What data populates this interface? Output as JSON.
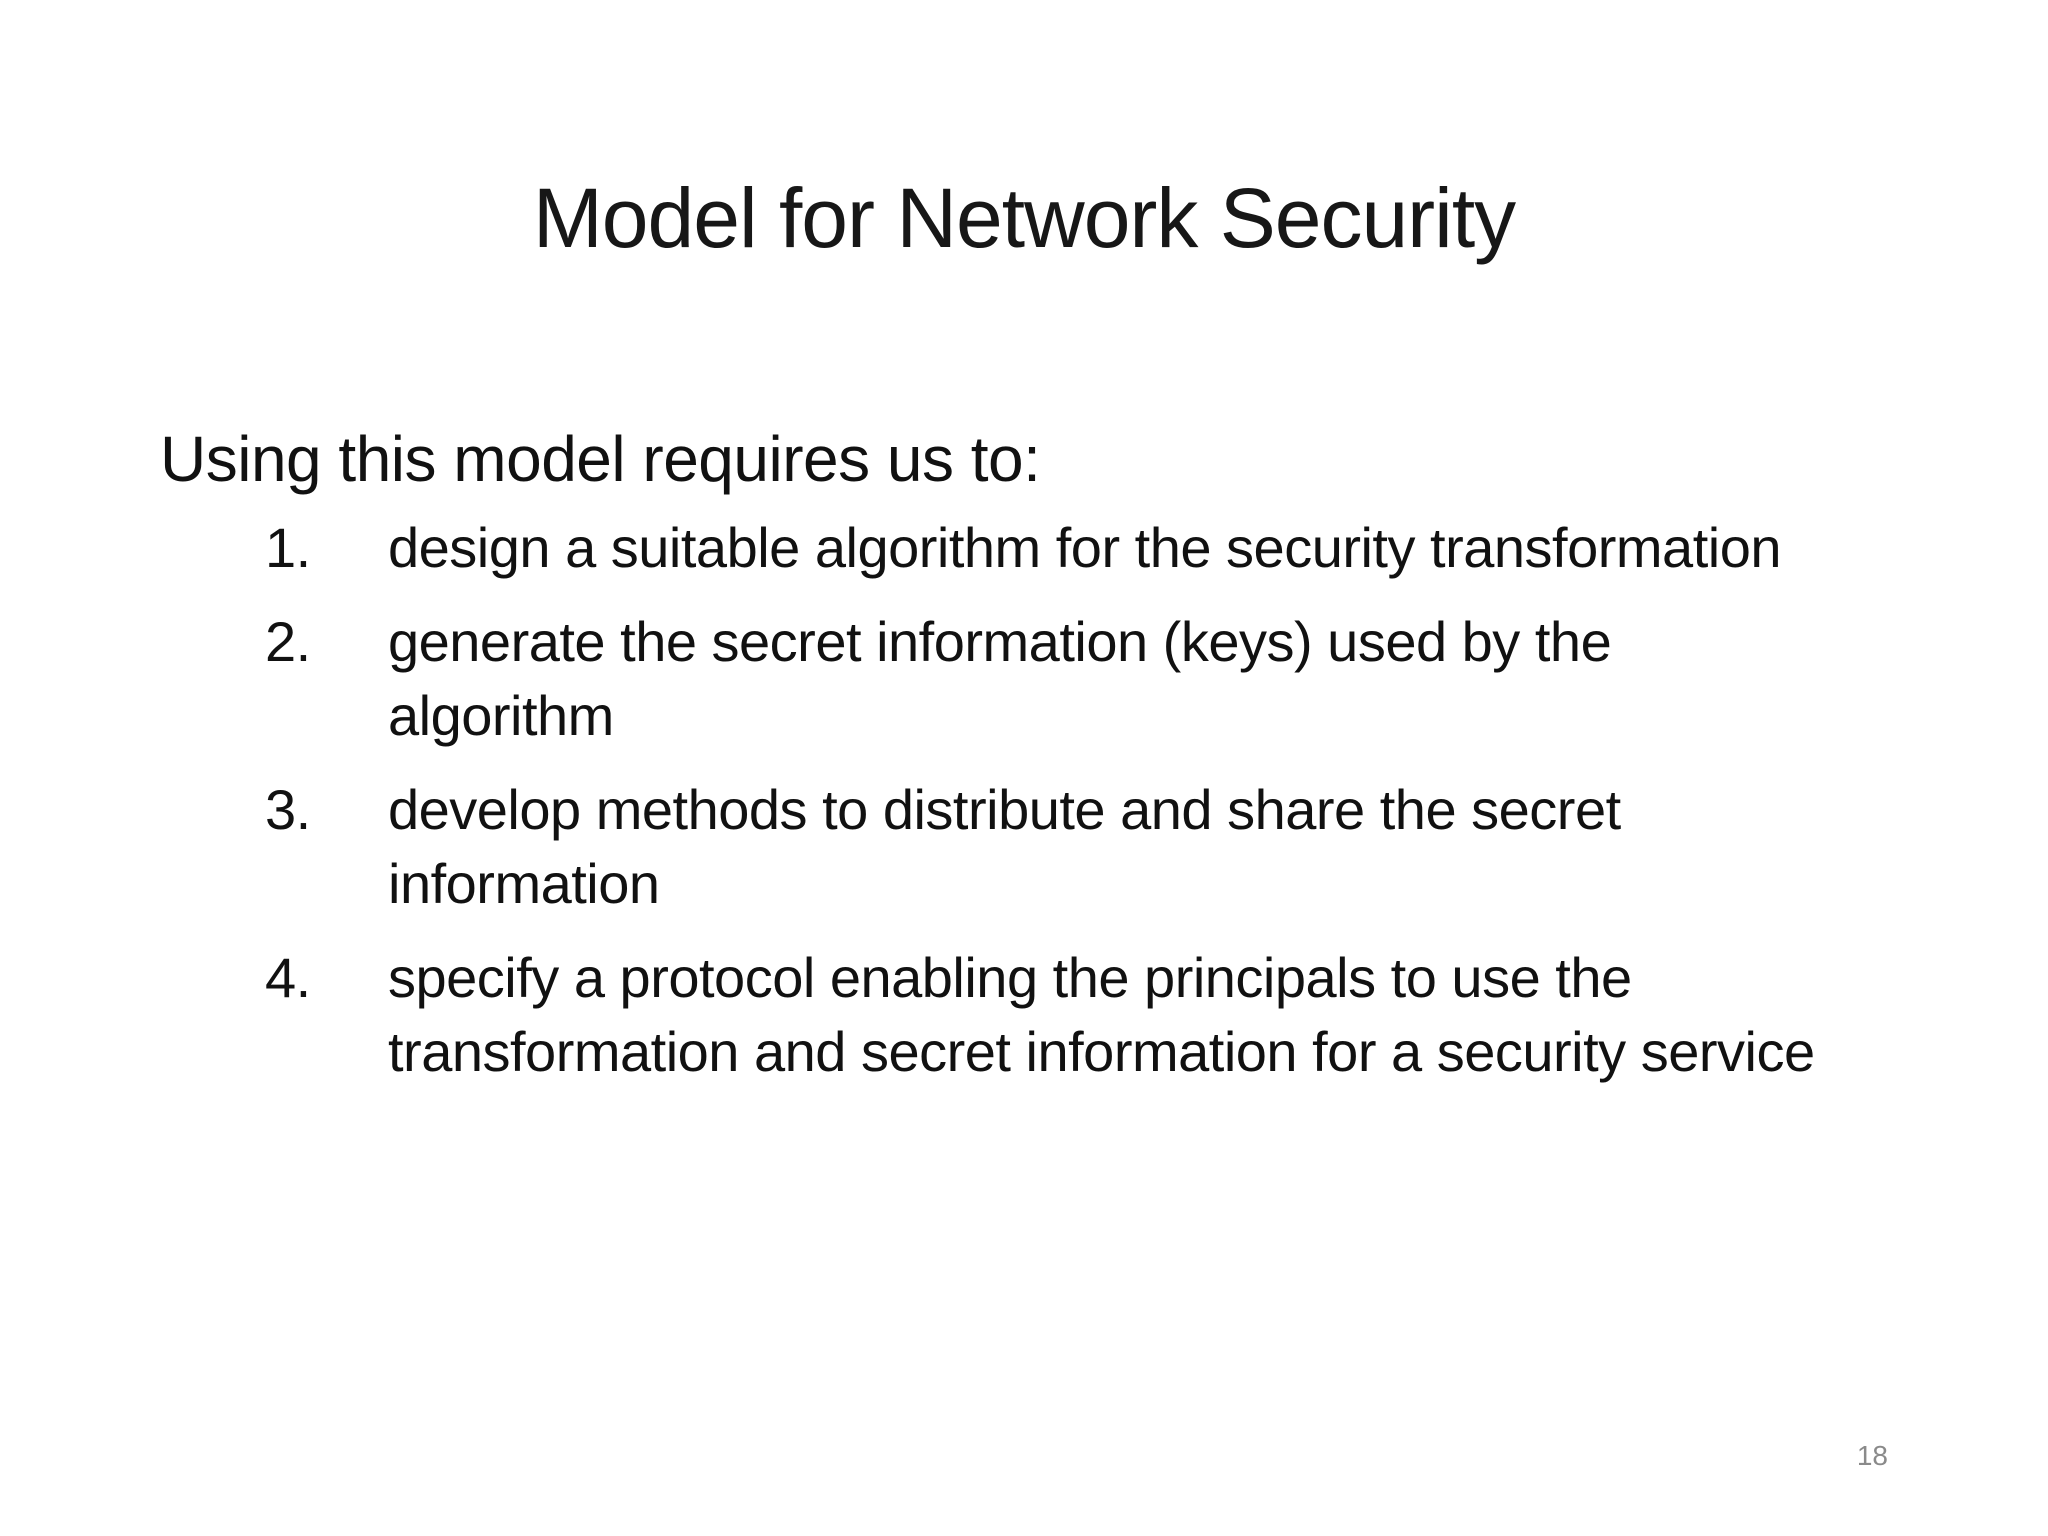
{
  "slide": {
    "title": "Model for Network Security",
    "heading": "Using this model requires us to:",
    "items": [
      {
        "number": "1.",
        "text": "design a suitable algorithm for the security transformation"
      },
      {
        "number": "2.",
        "text": "generate the secret information (keys) used by the algorithm"
      },
      {
        "number": "3.",
        "text": "develop methods to distribute and share the secret information"
      },
      {
        "number": "4.",
        "text": "specify a protocol enabling the principals to use the transformation and secret information for a security service"
      }
    ],
    "page_number": "18",
    "colors": {
      "background": "#ffffff",
      "text": "#111111",
      "page_number": "#8a8a8a"
    }
  }
}
